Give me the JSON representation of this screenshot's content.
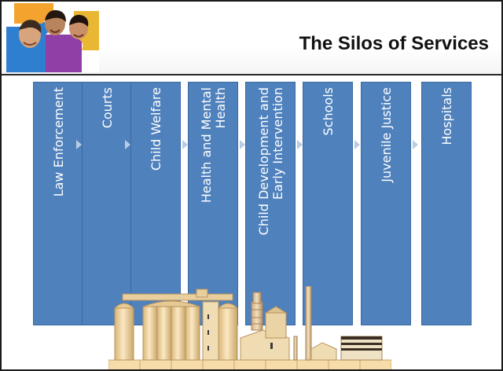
{
  "slide": {
    "title": "The Silos of Services"
  },
  "silos": [
    {
      "label": "Law Enforcement"
    },
    {
      "label": "Courts"
    },
    {
      "label": "Child Welfare"
    },
    {
      "label": "Health and Mental\nHealth"
    },
    {
      "label": "Child Development and\nEarly Intervention"
    },
    {
      "label": "Schools"
    },
    {
      "label": "Juvenile Justice"
    },
    {
      "label": "Hospitals"
    }
  ],
  "colors": {
    "silo_fill": "#4f81bd",
    "arrow": "#b8cce4",
    "factory": "#f6dca8",
    "factory_dark": "#c9a86a"
  },
  "images": {
    "header_photo": "people-puzzle-photo",
    "illustration": "grain-silo-factory-illustration"
  }
}
